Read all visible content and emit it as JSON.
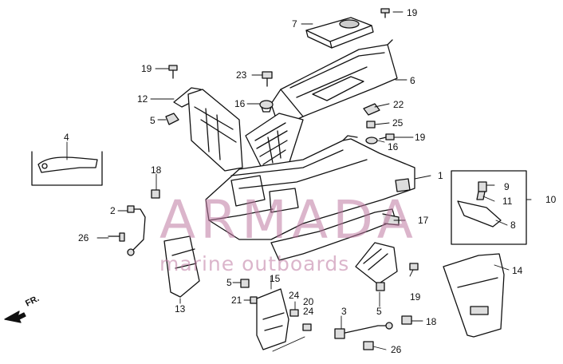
{
  "watermark": {
    "brand": "ARMADA",
    "tagline": "marine outboards",
    "color": "#c07aa0"
  },
  "direction_marker": "FR.",
  "callouts": [
    {
      "id": "c1",
      "label": "1"
    },
    {
      "id": "c2",
      "label": "2"
    },
    {
      "id": "c3",
      "label": "3"
    },
    {
      "id": "c4",
      "label": "4"
    },
    {
      "id": "c5a",
      "label": "5"
    },
    {
      "id": "c5b",
      "label": "5"
    },
    {
      "id": "c5c",
      "label": "5"
    },
    {
      "id": "c6",
      "label": "6"
    },
    {
      "id": "c7",
      "label": "7"
    },
    {
      "id": "c8",
      "label": "8"
    },
    {
      "id": "c9",
      "label": "9"
    },
    {
      "id": "c10",
      "label": "10"
    },
    {
      "id": "c11",
      "label": "11"
    },
    {
      "id": "c12",
      "label": "12"
    },
    {
      "id": "c13",
      "label": "13"
    },
    {
      "id": "c14",
      "label": "14"
    },
    {
      "id": "c15",
      "label": "15"
    },
    {
      "id": "c16a",
      "label": "16"
    },
    {
      "id": "c16b",
      "label": "16"
    },
    {
      "id": "c17",
      "label": "17"
    },
    {
      "id": "c18a",
      "label": "18"
    },
    {
      "id": "c18b",
      "label": "18"
    },
    {
      "id": "c19a",
      "label": "19"
    },
    {
      "id": "c19b",
      "label": "19"
    },
    {
      "id": "c19c",
      "label": "19"
    },
    {
      "id": "c19d",
      "label": "19"
    },
    {
      "id": "c20",
      "label": "20"
    },
    {
      "id": "c21",
      "label": "21"
    },
    {
      "id": "c22",
      "label": "22"
    },
    {
      "id": "c23",
      "label": "23"
    },
    {
      "id": "c24a",
      "label": "24"
    },
    {
      "id": "c24b",
      "label": "24"
    },
    {
      "id": "c25",
      "label": "25"
    },
    {
      "id": "c26a",
      "label": "26"
    },
    {
      "id": "c26b",
      "label": "26"
    }
  ]
}
